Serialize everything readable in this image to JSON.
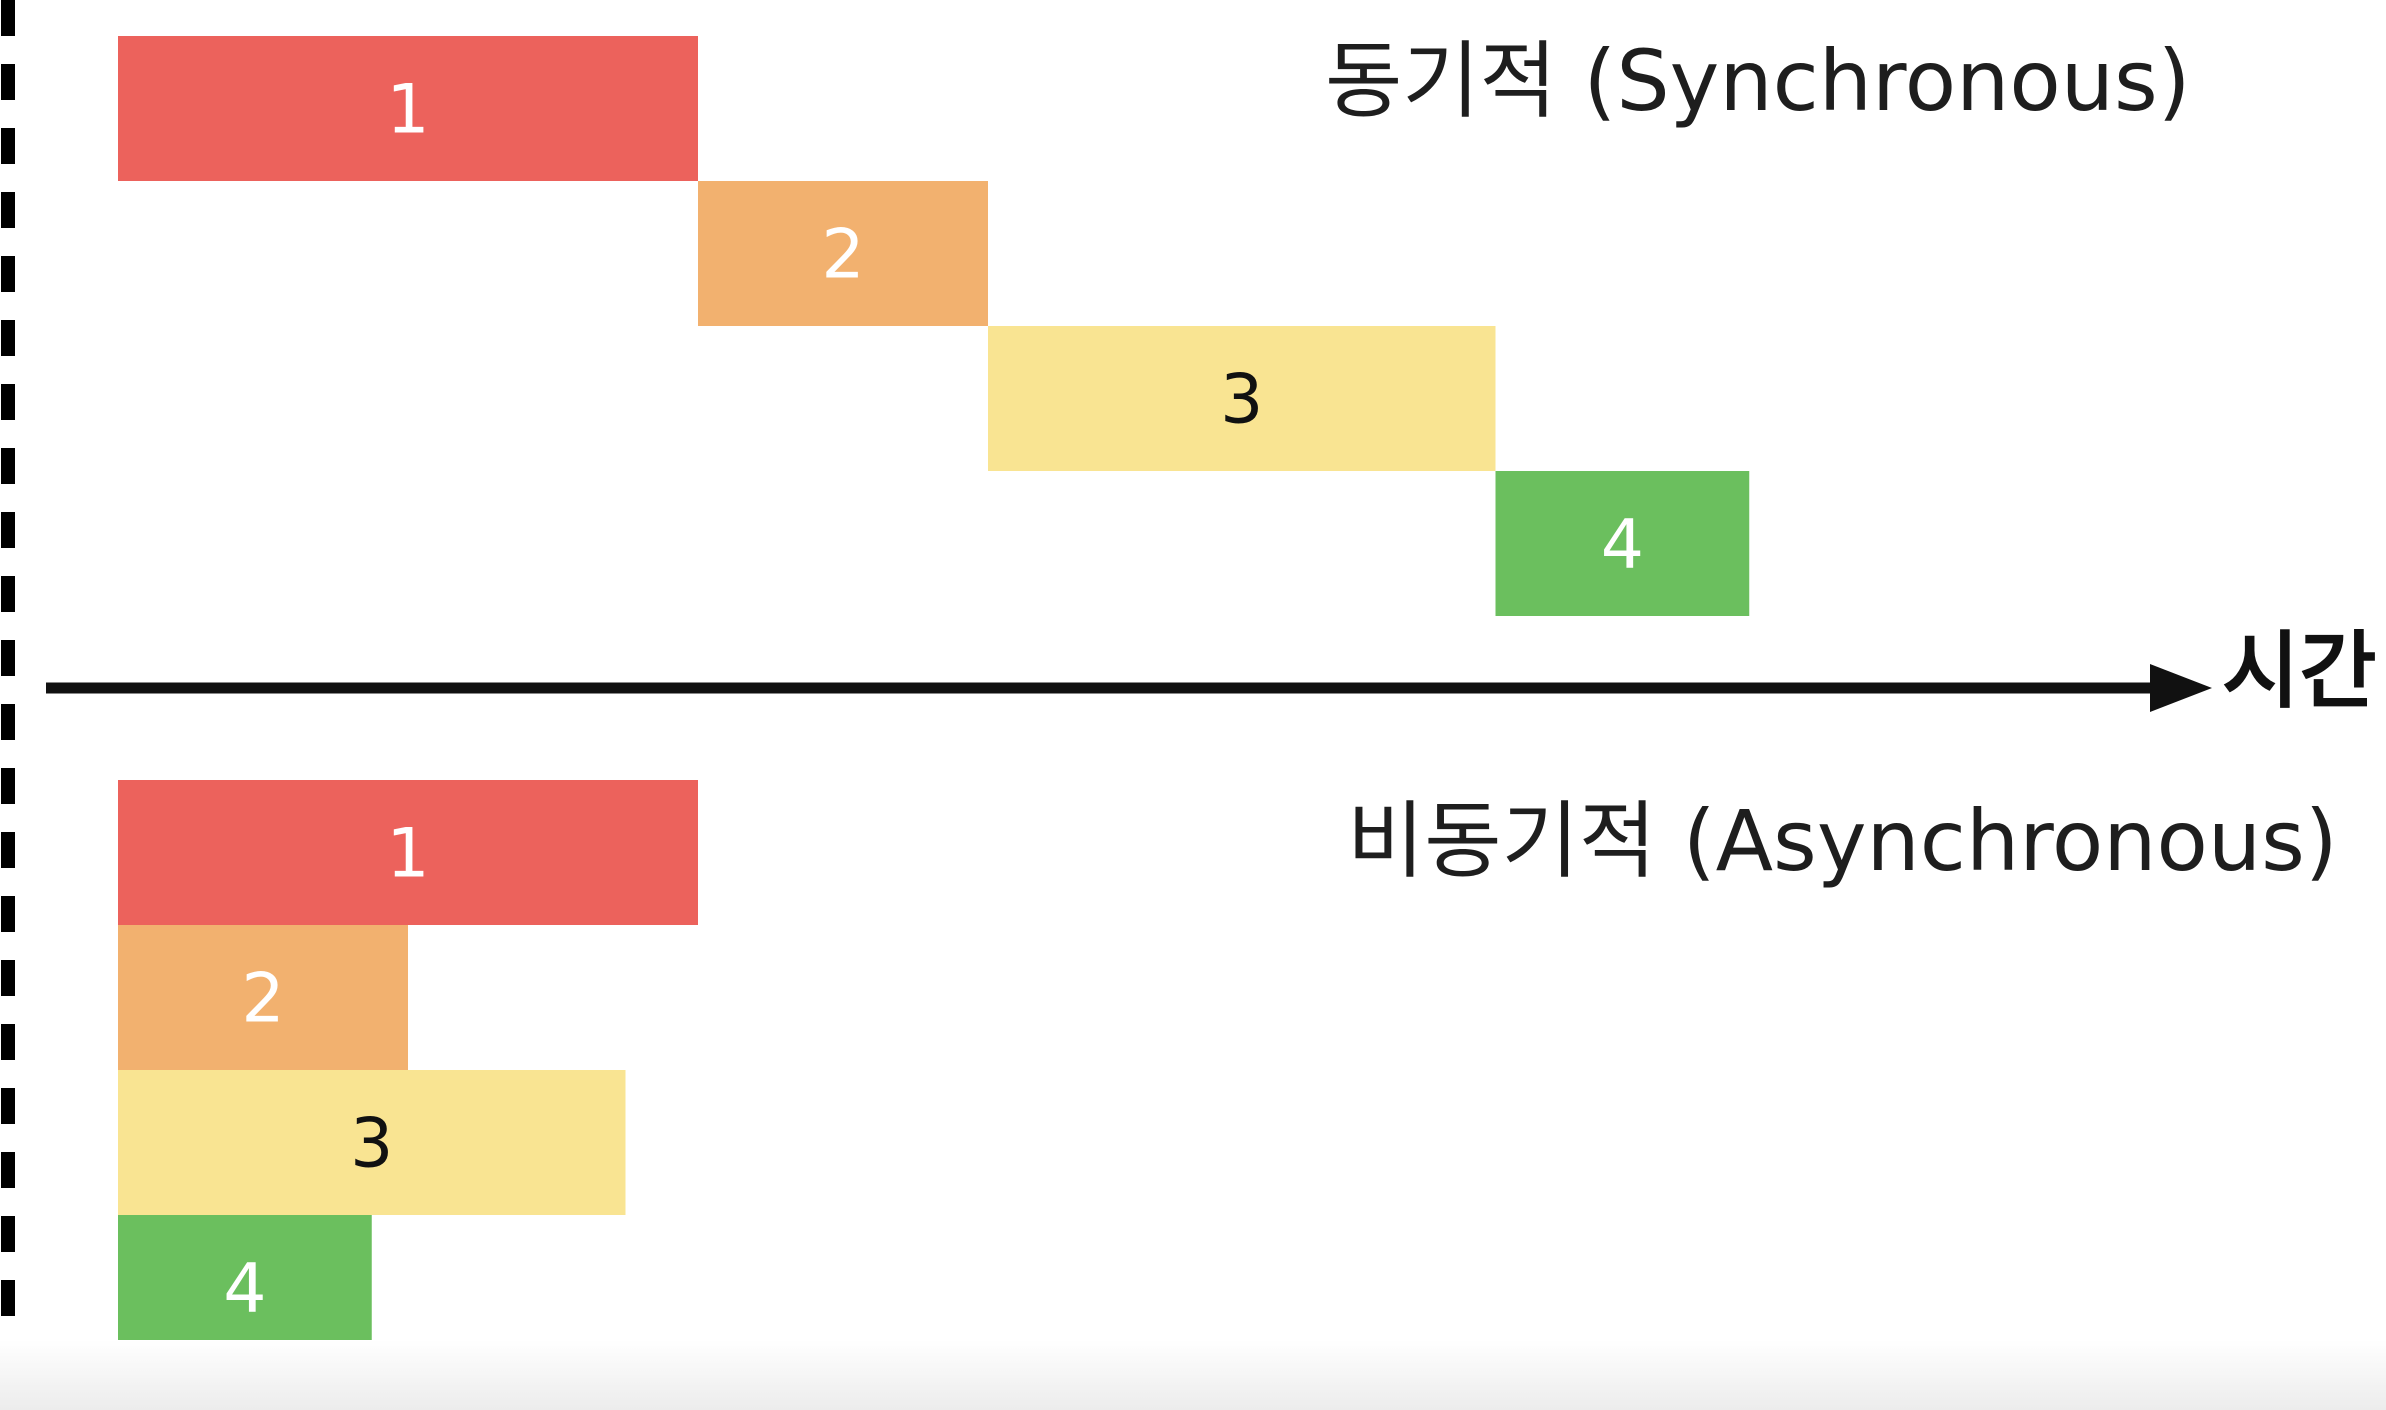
{
  "colors": {
    "task_1": "#ec625c",
    "task_2": "#f2b16f",
    "task_3": "#f9e492",
    "task_4": "#6bbf5e",
    "label_light": "#ffffff",
    "label_dark": "#111111",
    "axis": "#111111"
  },
  "synchronous": {
    "title": "동기적 (Synchronous)",
    "tasks": [
      {
        "label": "1",
        "start": 0,
        "duration": 4,
        "color": "task_1",
        "text": "label_light"
      },
      {
        "label": "2",
        "start": 4,
        "duration": 2,
        "color": "task_2",
        "text": "label_light"
      },
      {
        "label": "3",
        "start": 6,
        "duration": 3.5,
        "color": "task_3",
        "text": "label_dark"
      },
      {
        "label": "4",
        "start": 9.5,
        "duration": 1.75,
        "color": "task_4",
        "text": "label_light"
      }
    ]
  },
  "asynchronous": {
    "title": "비동기적 (Asynchronous)",
    "tasks": [
      {
        "label": "1",
        "start": 0,
        "duration": 4,
        "color": "task_1",
        "text": "label_light"
      },
      {
        "label": "2",
        "start": 0,
        "duration": 2,
        "color": "task_2",
        "text": "label_light"
      },
      {
        "label": "3",
        "start": 0,
        "duration": 3.5,
        "color": "task_3",
        "text": "label_dark"
      },
      {
        "label": "4",
        "start": 0,
        "duration": 1.75,
        "color": "task_4",
        "text": "label_light"
      }
    ]
  },
  "axis": {
    "label": "시간"
  }
}
